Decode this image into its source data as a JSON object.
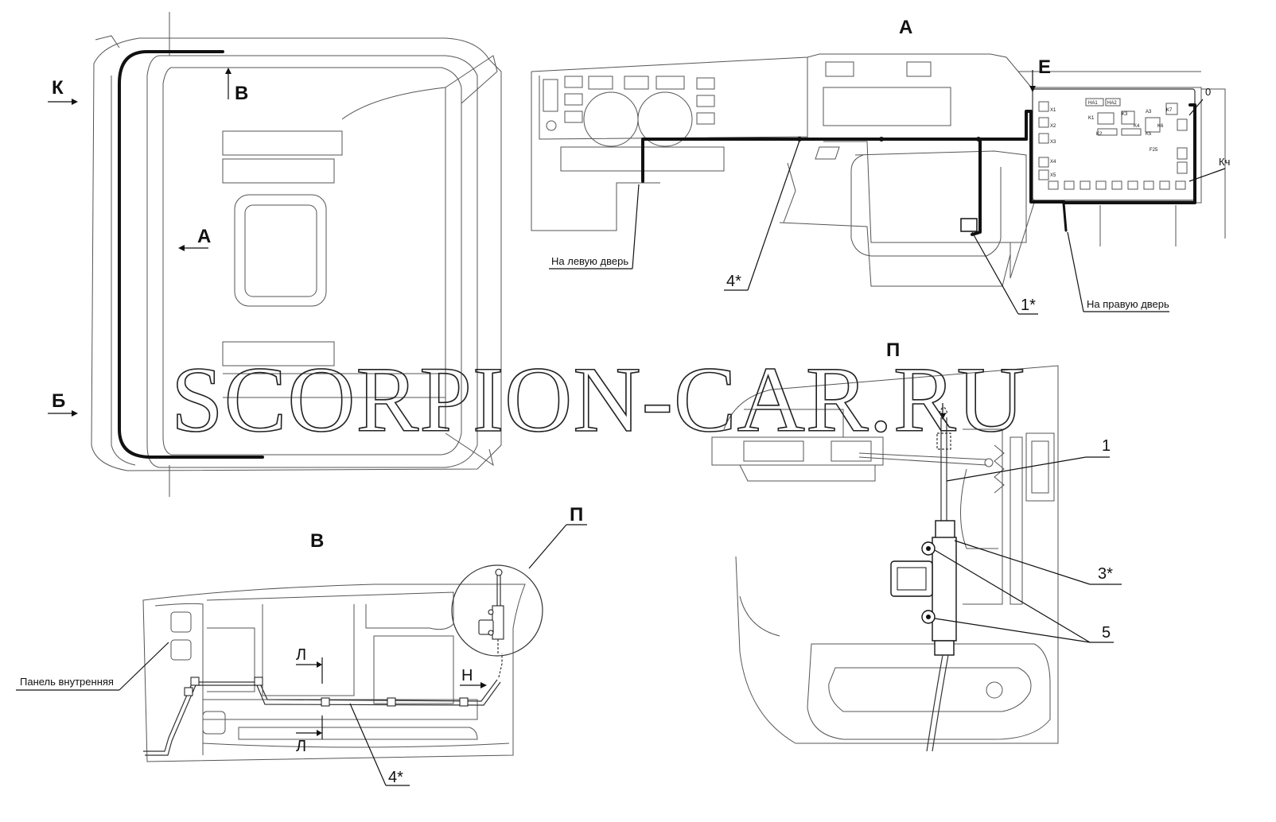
{
  "watermark": "SCORPION-CAR.RU",
  "view_labels": {
    "view_a": "А",
    "view_v": "В",
    "view_p_title": "П",
    "view_p_circle": "П"
  },
  "arrow_labels": {
    "k": "К",
    "v": "В",
    "a": "А",
    "b": "Б",
    "e": "Е",
    "l_top": "Л",
    "l_bottom": "Л",
    "n": "Н"
  },
  "callouts": {
    "left_door": "На левую дверь",
    "right_door": "На правую дверь",
    "inner_panel": "Панель внутренняя",
    "pos_4_view_a": "4*",
    "pos_1_view_a": "1*",
    "pos_4_view_v": "4*",
    "pos_1": "1",
    "pos_3": "3*",
    "pos_5": "5"
  },
  "fuse_box": {
    "side_label_top": "0",
    "side_label_bottom": "Кч",
    "relay_labels": [
      "HA1",
      "HA2",
      "A3",
      "K1",
      "K2",
      "K3",
      "K4",
      "K5",
      "K6",
      "K7",
      "F25",
      "X1",
      "X2",
      "X3",
      "X4",
      "X5"
    ]
  }
}
